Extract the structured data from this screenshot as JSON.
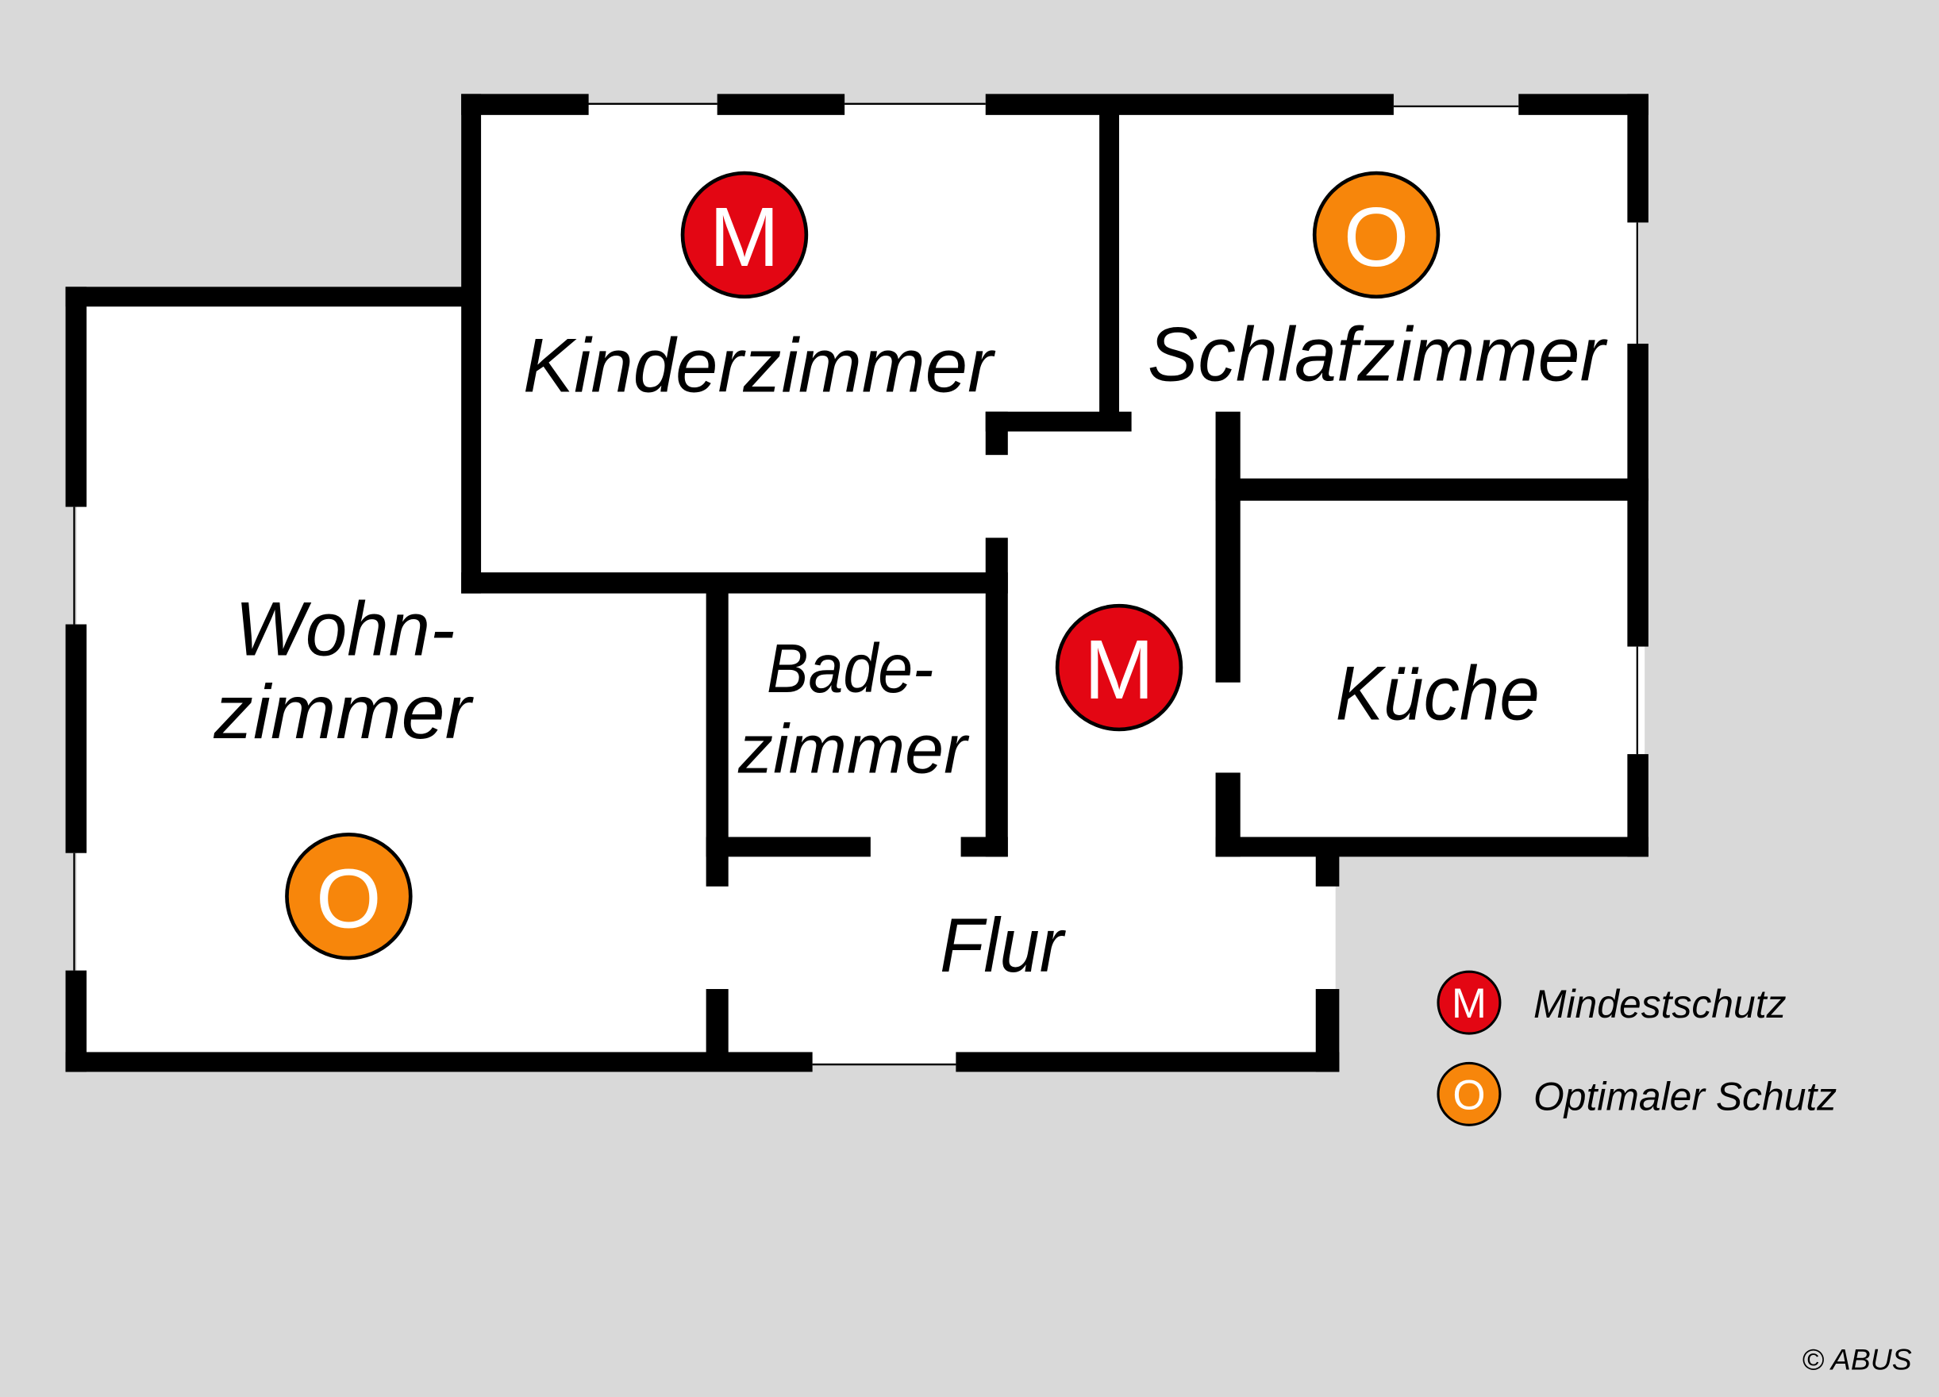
{
  "rooms": {
    "kinderzimmer": "Kinderzimmer",
    "schlafzimmer": "Schlafzimmer",
    "wohnzimmer_1": "Wohn-",
    "wohnzimmer_2": "zimmer",
    "badezimmer_1": "Bade-",
    "badezimmer_2": "zimmer",
    "kueche": "Küche",
    "flur": "Flur"
  },
  "markers": {
    "kinderzimmer": "M",
    "schlafzimmer": "O",
    "flur": "M",
    "wohnzimmer": "O"
  },
  "legend": {
    "items": [
      {
        "symbol": "M",
        "label": "Mindestschutz",
        "color": "#e30613"
      },
      {
        "symbol": "O",
        "label": "Optimaler Schutz",
        "color": "#f7860b"
      }
    ]
  },
  "colors": {
    "minimum": "#e30613",
    "optimal": "#f7860b",
    "background": "#d9d9d9"
  },
  "copyright": "© ABUS"
}
